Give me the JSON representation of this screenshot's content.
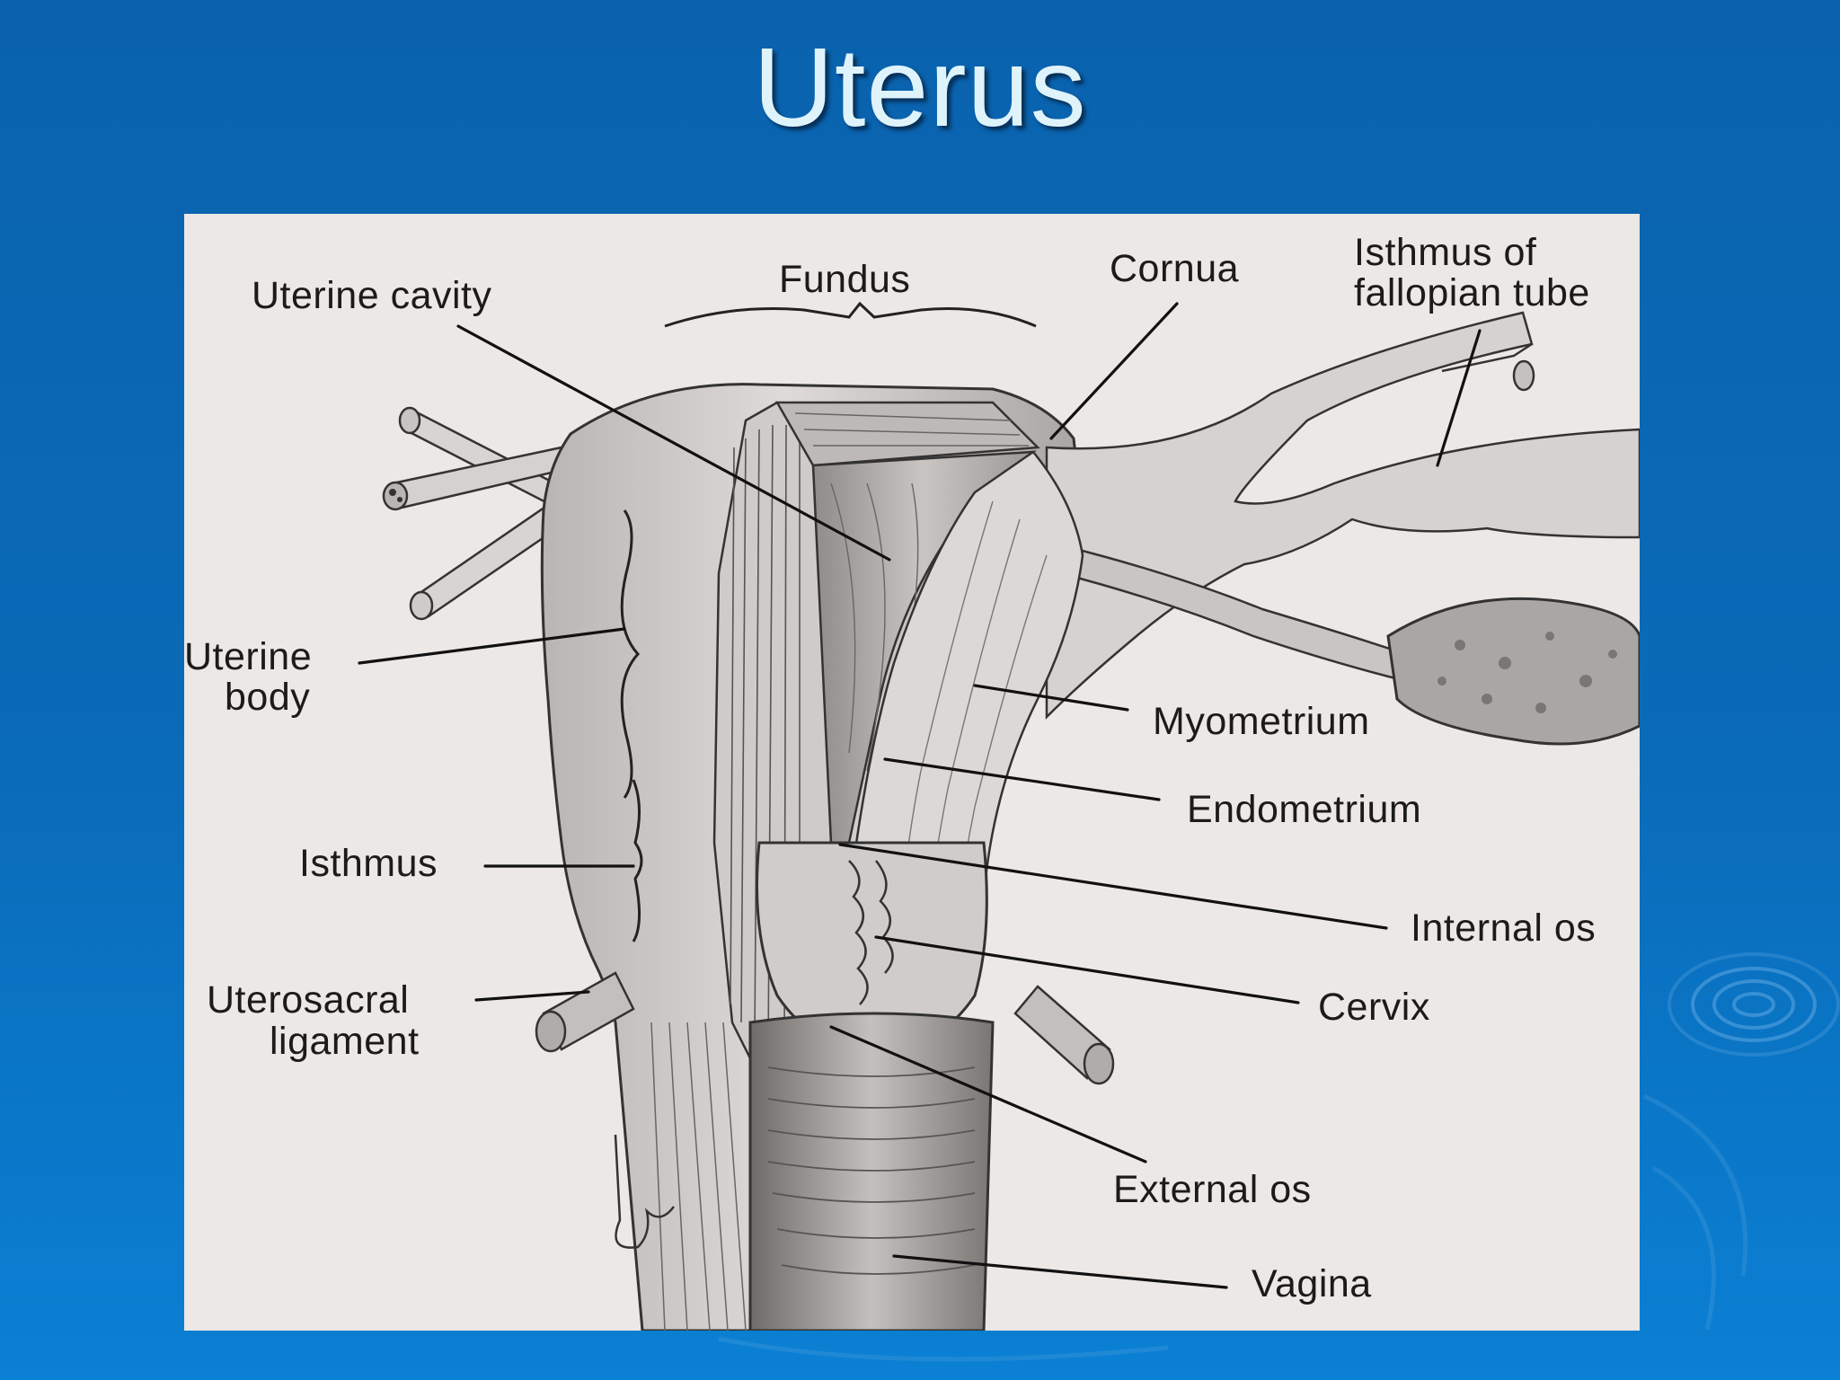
{
  "slide": {
    "title": "Uterus"
  },
  "diagram": {
    "labels": {
      "uterine_cavity": "Uterine cavity",
      "fundus": "Fundus",
      "cornua": "Cornua",
      "isthmus_tube_line1": "Isthmus of",
      "isthmus_tube_line2": "fallopian tube",
      "uterine_body_line1": "Uterine",
      "uterine_body_line2": "body",
      "myometrium": "Myometrium",
      "endometrium": "Endometrium",
      "isthmus": "Isthmus",
      "internal_os": "Internal os",
      "uterosacral_line1": "Uterosacral",
      "uterosacral_line2": "ligament",
      "cervix": "Cervix",
      "external_os": "External os",
      "vagina": "Vagina"
    }
  },
  "colors": {
    "background_top": "#0a62ad",
    "background_bottom": "#0b80d4",
    "title_text": "#dff3fb",
    "figure_background": "#ebe8e6",
    "label_text": "#1b1b1b"
  }
}
